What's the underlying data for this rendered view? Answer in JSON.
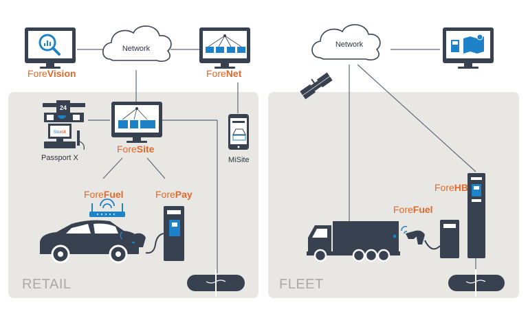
{
  "colors": {
    "panel": "#e9e7e3",
    "dark": "#38414f",
    "blue": "#1d82c7",
    "orange": "#e0682a",
    "line": "#5c6a78"
  },
  "network_left": "Network",
  "network_right": "Network",
  "forevision": {
    "pre": "Fore",
    "suf": "Vision"
  },
  "forenet": {
    "pre": "Fore",
    "suf": "Net"
  },
  "foresite": {
    "pre": "Fore",
    "suf": "Site"
  },
  "forefuel_retail": {
    "pre": "Fore",
    "suf": "Fuel"
  },
  "forepay": {
    "pre": "Fore",
    "suf": "Pay"
  },
  "forefuel_fleet": {
    "pre": "Fore",
    "suf": "Fuel"
  },
  "forehb": {
    "pre": "Fore",
    "suf": "HB"
  },
  "passport": "Passport X",
  "storix": {
    "pre": "Sto",
    "suf": "riX"
  },
  "store_sign": "24",
  "misite": "MiSite",
  "retail": "RETAIL",
  "fleet": "FLEET",
  "icons": [
    "forevision-monitor-icon",
    "forenet-monitor-icon",
    "foresite-monitor-icon",
    "store-icon",
    "pos-terminal-icon",
    "wifi-router-icon",
    "car-icon",
    "fuel-nozzle-icon",
    "forepay-pump-icon",
    "underground-tank-icon",
    "smartphone-icon",
    "satellite-icon",
    "truck-icon",
    "fuel-pump-icon",
    "forehb-pump-icon",
    "map-monitor-icon"
  ]
}
